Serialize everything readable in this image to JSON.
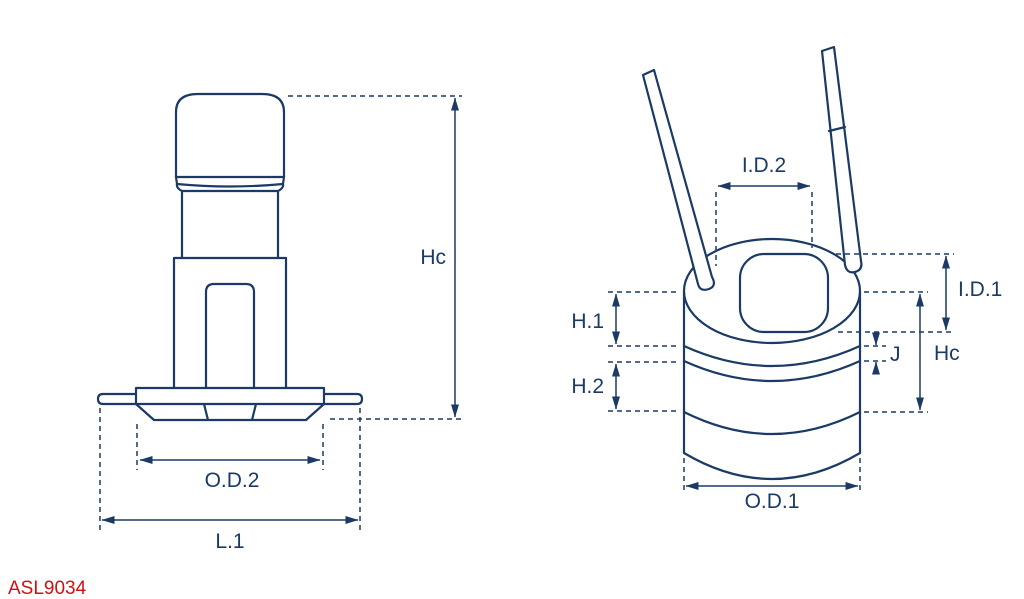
{
  "part_number": "ASL9034",
  "colors": {
    "line": "#1b3a66",
    "part_number_red": "#cc1111",
    "background": "#ffffff"
  },
  "side_view": {
    "labels": {
      "hc": "Hc",
      "od2": "O.D.2",
      "l1": "L.1"
    }
  },
  "perspective_view": {
    "labels": {
      "id2": "I.D.2",
      "id1": "I.D.1",
      "hc": "Hc",
      "h1": "H.1",
      "h2": "H.2",
      "j": "J",
      "od1": "O.D.1"
    }
  }
}
